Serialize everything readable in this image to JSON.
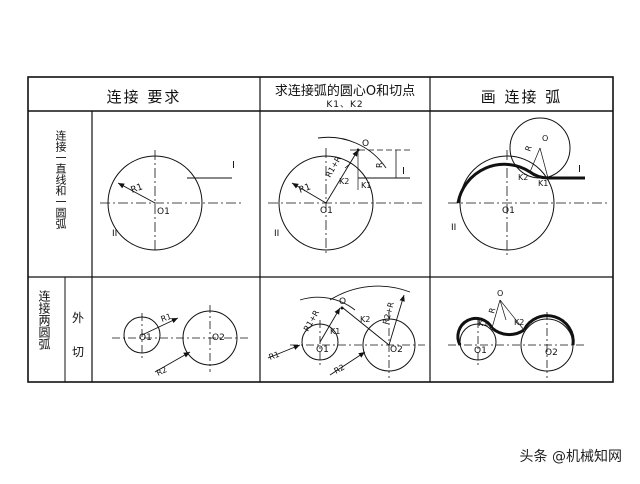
{
  "headers": {
    "col1": "连接 要求",
    "col2_line1": "求连接弧的圆心O和切点",
    "col2_line2": "K1、K2",
    "col3": "画 连接 弧"
  },
  "row_labels": {
    "row1": "连接一直线和一圆弧",
    "row2_left": "连接两圆弧",
    "row2_sub1": "外",
    "row2_sub2": "切"
  },
  "labels": {
    "I": "I",
    "II": "II",
    "R": "R",
    "R1": "R1",
    "R2": "R2",
    "O": "O",
    "O1": "O1",
    "O2": "O2",
    "K1": "K1",
    "K2": "K2",
    "R1_plus_R": "R1+R",
    "R2_plus_R": "R2+R"
  },
  "watermark": "头条 @机械知网",
  "colors": {
    "line": "#111111",
    "background": "#ffffff"
  }
}
